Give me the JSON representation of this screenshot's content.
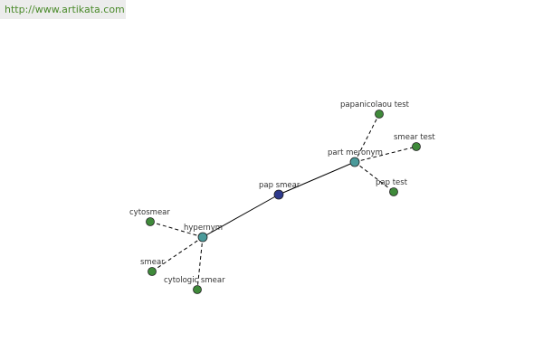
{
  "source": {
    "url_text": "http://www.artikata.com"
  },
  "colors": {
    "center": "#2e3a8c",
    "relation": "#4a9a9a",
    "leaf": "#3f8a3a",
    "link": "#4a8a2a"
  },
  "graph": {
    "nodes": [
      {
        "id": "center",
        "kind": "center",
        "label": "pap smear"
      },
      {
        "id": "hypernym",
        "kind": "relation",
        "label": "hypernym"
      },
      {
        "id": "part-meronym",
        "kind": "relation",
        "label": "part meronym"
      },
      {
        "id": "cytosmear",
        "kind": "leaf",
        "label": "cytosmear"
      },
      {
        "id": "smear",
        "kind": "leaf",
        "label": "smear"
      },
      {
        "id": "cytologic-smear",
        "kind": "leaf",
        "label": "cytologic smear"
      },
      {
        "id": "papanicolaou-test",
        "kind": "leaf",
        "label": "papanicolaou test"
      },
      {
        "id": "smear-test",
        "kind": "leaf",
        "label": "smear test"
      },
      {
        "id": "pap-test",
        "kind": "leaf",
        "label": "pap test"
      }
    ],
    "edges": [
      {
        "from": "center",
        "to": "hypernym",
        "style": "solid"
      },
      {
        "from": "center",
        "to": "part-meronym",
        "style": "solid"
      },
      {
        "from": "hypernym",
        "to": "cytosmear",
        "style": "dashed"
      },
      {
        "from": "hypernym",
        "to": "smear",
        "style": "dashed"
      },
      {
        "from": "hypernym",
        "to": "cytologic-smear",
        "style": "dashed"
      },
      {
        "from": "part-meronym",
        "to": "papanicolaou-test",
        "style": "dashed"
      },
      {
        "from": "part-meronym",
        "to": "smear-test",
        "style": "dashed"
      },
      {
        "from": "part-meronym",
        "to": "pap-test",
        "style": "dashed"
      }
    ]
  }
}
